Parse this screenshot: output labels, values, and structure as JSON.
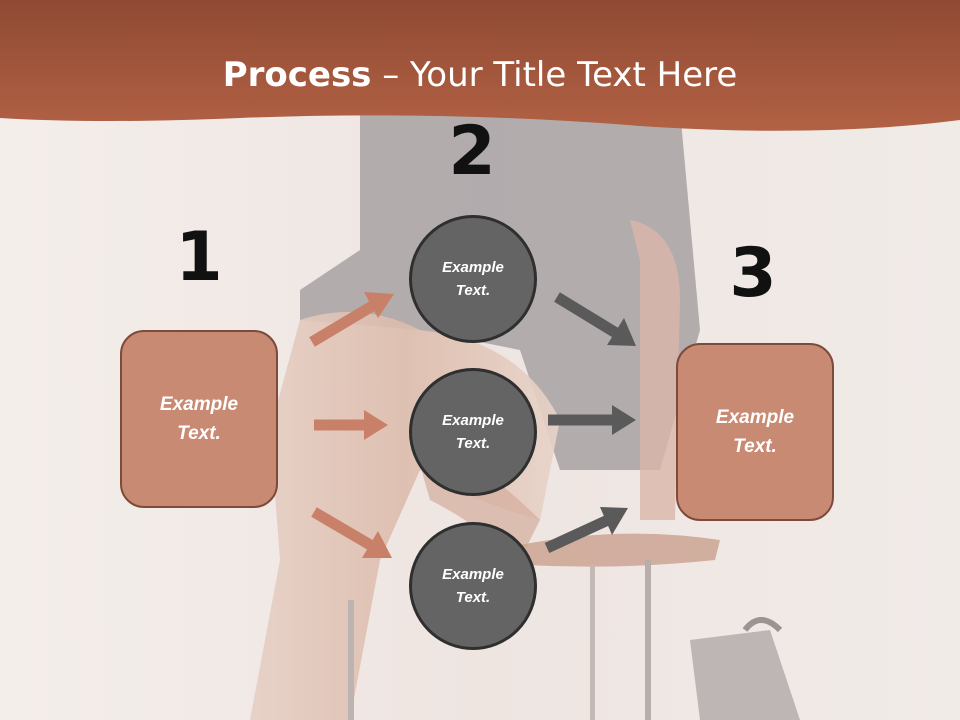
{
  "slide": {
    "title_bold": "Process",
    "title_rest": " – Your Title Text Here",
    "step_numbers": [
      "1",
      "2",
      "3"
    ],
    "left_box": "Example Text.",
    "right_box": "Example Text.",
    "circles": [
      "Example Text.",
      "Example Text.",
      "Example Text."
    ]
  },
  "colors": {
    "header": "#a85a3f",
    "box_fill": "#c98a74",
    "box_border": "#7d4b3a",
    "left_arrow": "#c98069",
    "right_arrow": "#5a5a5a",
    "circle_fill": "#646464"
  }
}
